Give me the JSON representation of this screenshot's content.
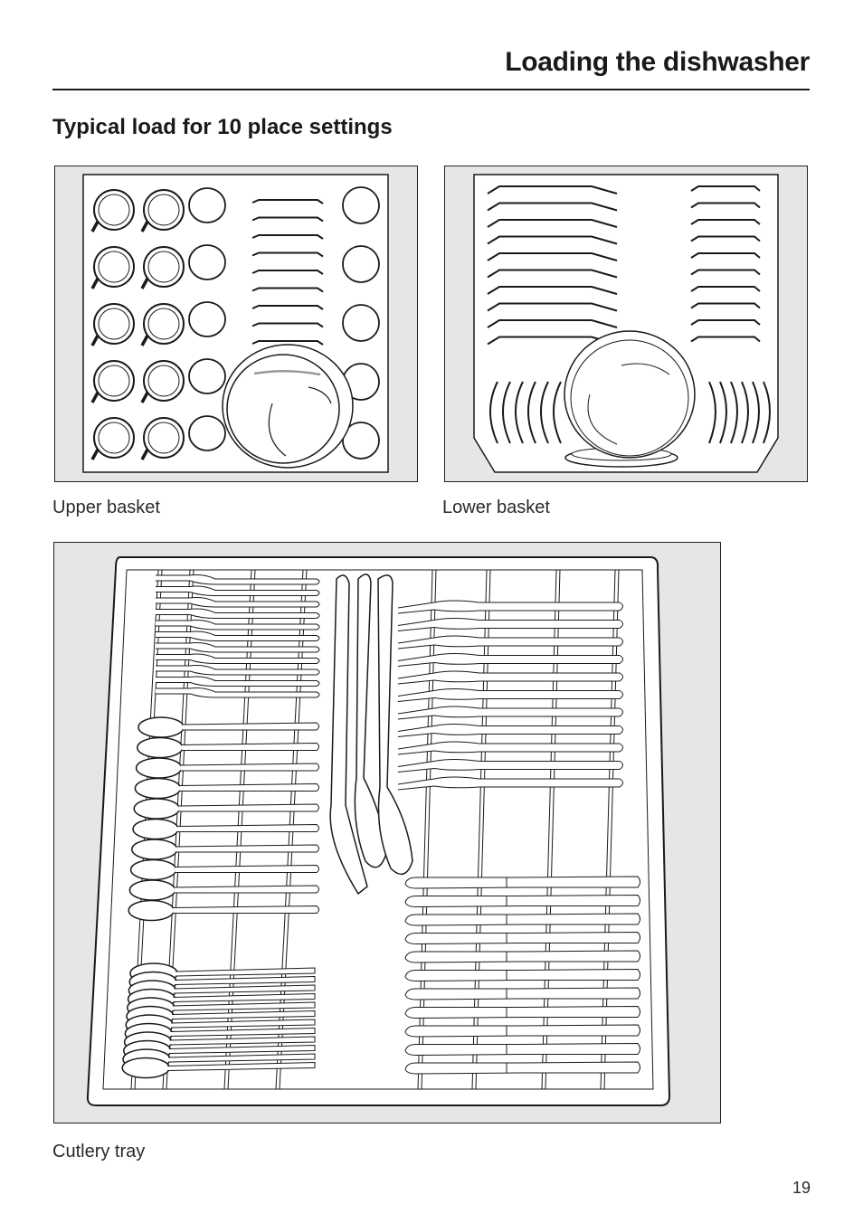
{
  "header": {
    "title": "Loading the dishwasher"
  },
  "section": {
    "heading": "Typical load for 10 place settings"
  },
  "figures": {
    "upper_basket": {
      "caption": "Upper basket"
    },
    "lower_basket": {
      "caption": "Lower basket"
    },
    "cutlery_tray": {
      "caption": "Cutlery tray"
    }
  },
  "footer": {
    "page_number": "19"
  },
  "colors": {
    "line": "#1a1a1a",
    "panel": "#e6e6e6",
    "paper": "#ffffff"
  },
  "icons": {
    "upper": [
      "cups-icon",
      "glasses-icon",
      "saucers-icon",
      "bowl-icon"
    ],
    "lower": [
      "plates-icon",
      "dishes-icon",
      "serving-plate-icon"
    ],
    "cutlery": [
      "forks-icon",
      "spoons-icon",
      "knives-icon",
      "serving-utensils-icon"
    ]
  }
}
